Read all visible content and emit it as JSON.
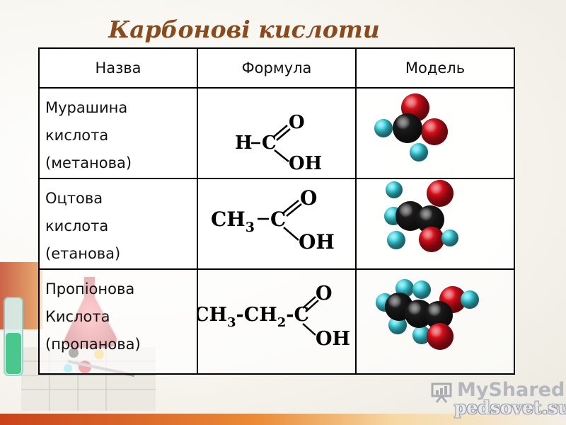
{
  "title": "Карбонові кислоти",
  "table": {
    "headers": [
      "Назва",
      "Формула",
      "Модель"
    ],
    "rows": [
      {
        "name_lines": [
          "Мурашина",
          "кислота",
          "(метанова)"
        ],
        "formula": {
          "prefix": "H",
          "o_top": "O",
          "oh": "OH"
        },
        "model": "formic-acid-ball-model"
      },
      {
        "name_lines": [
          "Оцтова",
          "кислота",
          "(етанова)"
        ],
        "formula": {
          "prefix_main": "CH",
          "prefix_sub": "3",
          "o_top": "O",
          "oh": "OH"
        },
        "model": "acetic-acid-ball-model"
      },
      {
        "name_lines": [
          "Пропіонова",
          "Кислота",
          "(пропанова)"
        ],
        "formula": {
          "p1_main": "CH",
          "p1_sub": "3",
          "p2_main": "CH",
          "p2_sub": "2",
          "o_top": "O",
          "oh": "OH"
        },
        "model": "propionic-acid-ball-model"
      }
    ]
  },
  "watermark": {
    "brand": "MyShared",
    "sub": "pedsovet.su"
  },
  "colors": {
    "title": "#8a4a1c",
    "oxygen": "#d9101a",
    "carbon": "#1c1c1c",
    "hydrogen": "#40d6e2"
  }
}
